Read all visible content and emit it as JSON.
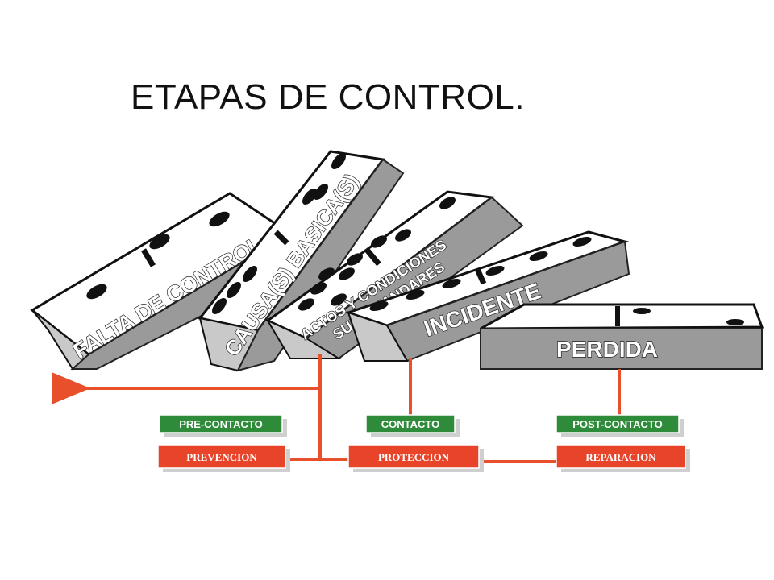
{
  "title": "ETAPAS DE CONTROL.",
  "dominoes": {
    "falta_de_control": "FALTA DE CONTROL",
    "causas_basicas": "CAUSA(S) BASICA(S)",
    "actos_line1": "ACTOS Y CONDICIONES",
    "actos_line2": "SUBESTANDARES",
    "incidente": "INCIDENTE",
    "perdida": "PERDIDA"
  },
  "stages": [
    {
      "label": "PRE-CONTACTO",
      "phase": "PREVENCION"
    },
    {
      "label": "CONTACTO",
      "phase": "PROTECCION"
    },
    {
      "label": "POST-CONTACTO",
      "phase": "REPARACION"
    }
  ],
  "colors": {
    "domino_face": "#ffffff",
    "domino_side": "#9a9a9a",
    "connector": "#e8502b",
    "stage_green": "#2e8b3a",
    "phase_red": "#e8442a"
  }
}
